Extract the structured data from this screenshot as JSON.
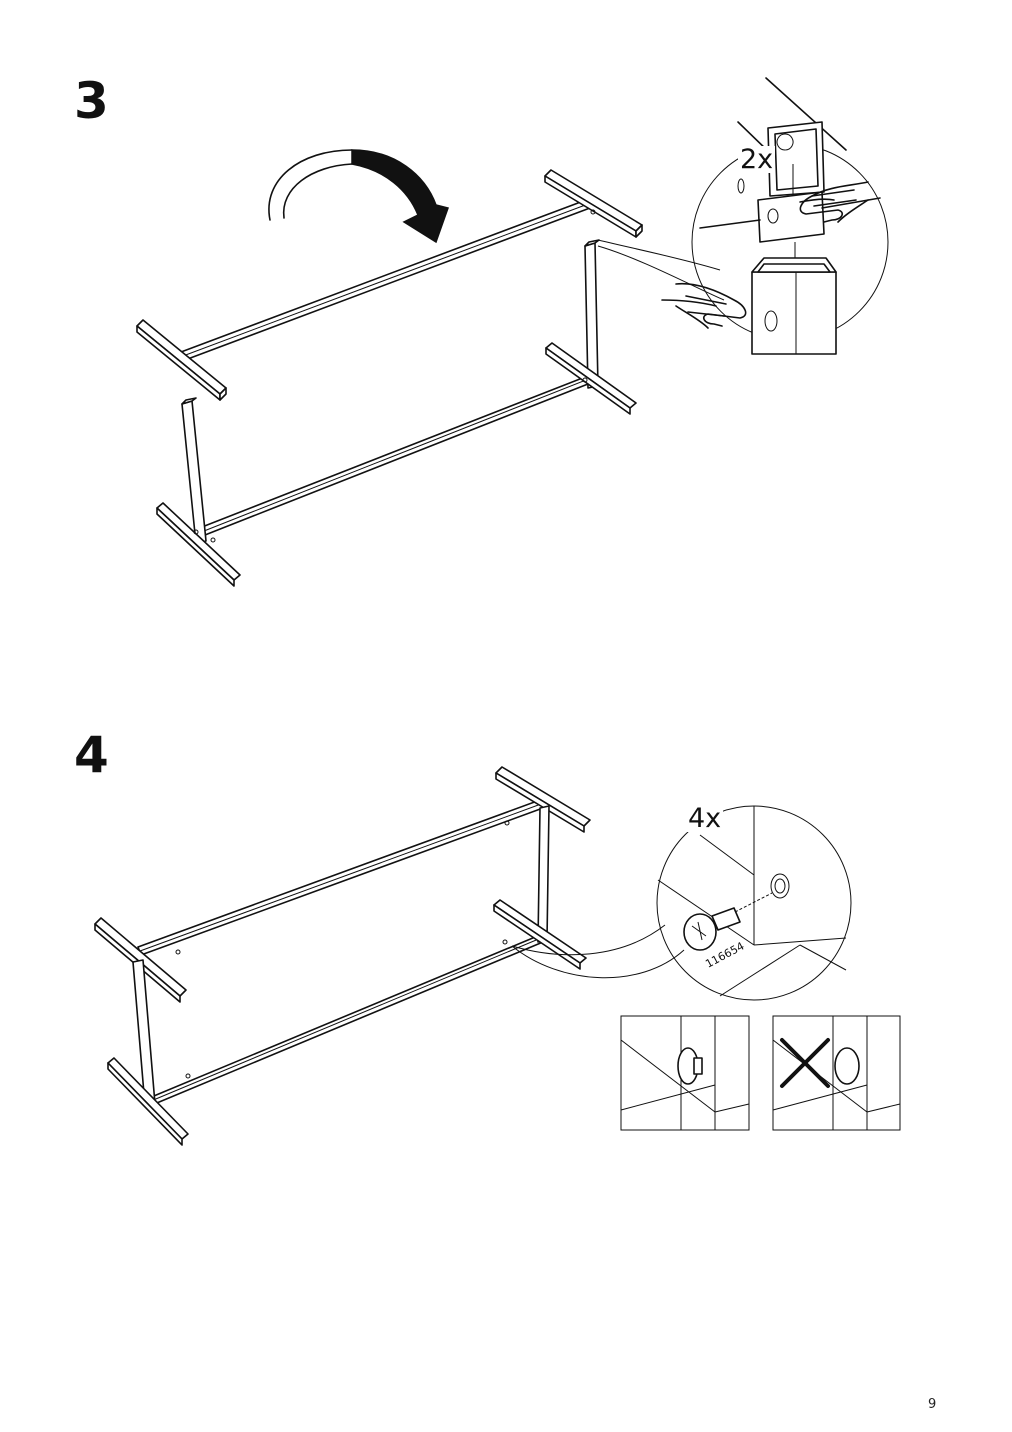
{
  "steps": [
    {
      "number": "3",
      "quantity": "2x"
    },
    {
      "number": "4",
      "quantity": "4x",
      "part_number": "116654"
    }
  ],
  "page_number": "9",
  "icons": {
    "flip_arrow": "curved-rotation-arrow",
    "hands": "pressing-hand",
    "screw": "cross-head-bolt",
    "wrong": "x-mark"
  }
}
